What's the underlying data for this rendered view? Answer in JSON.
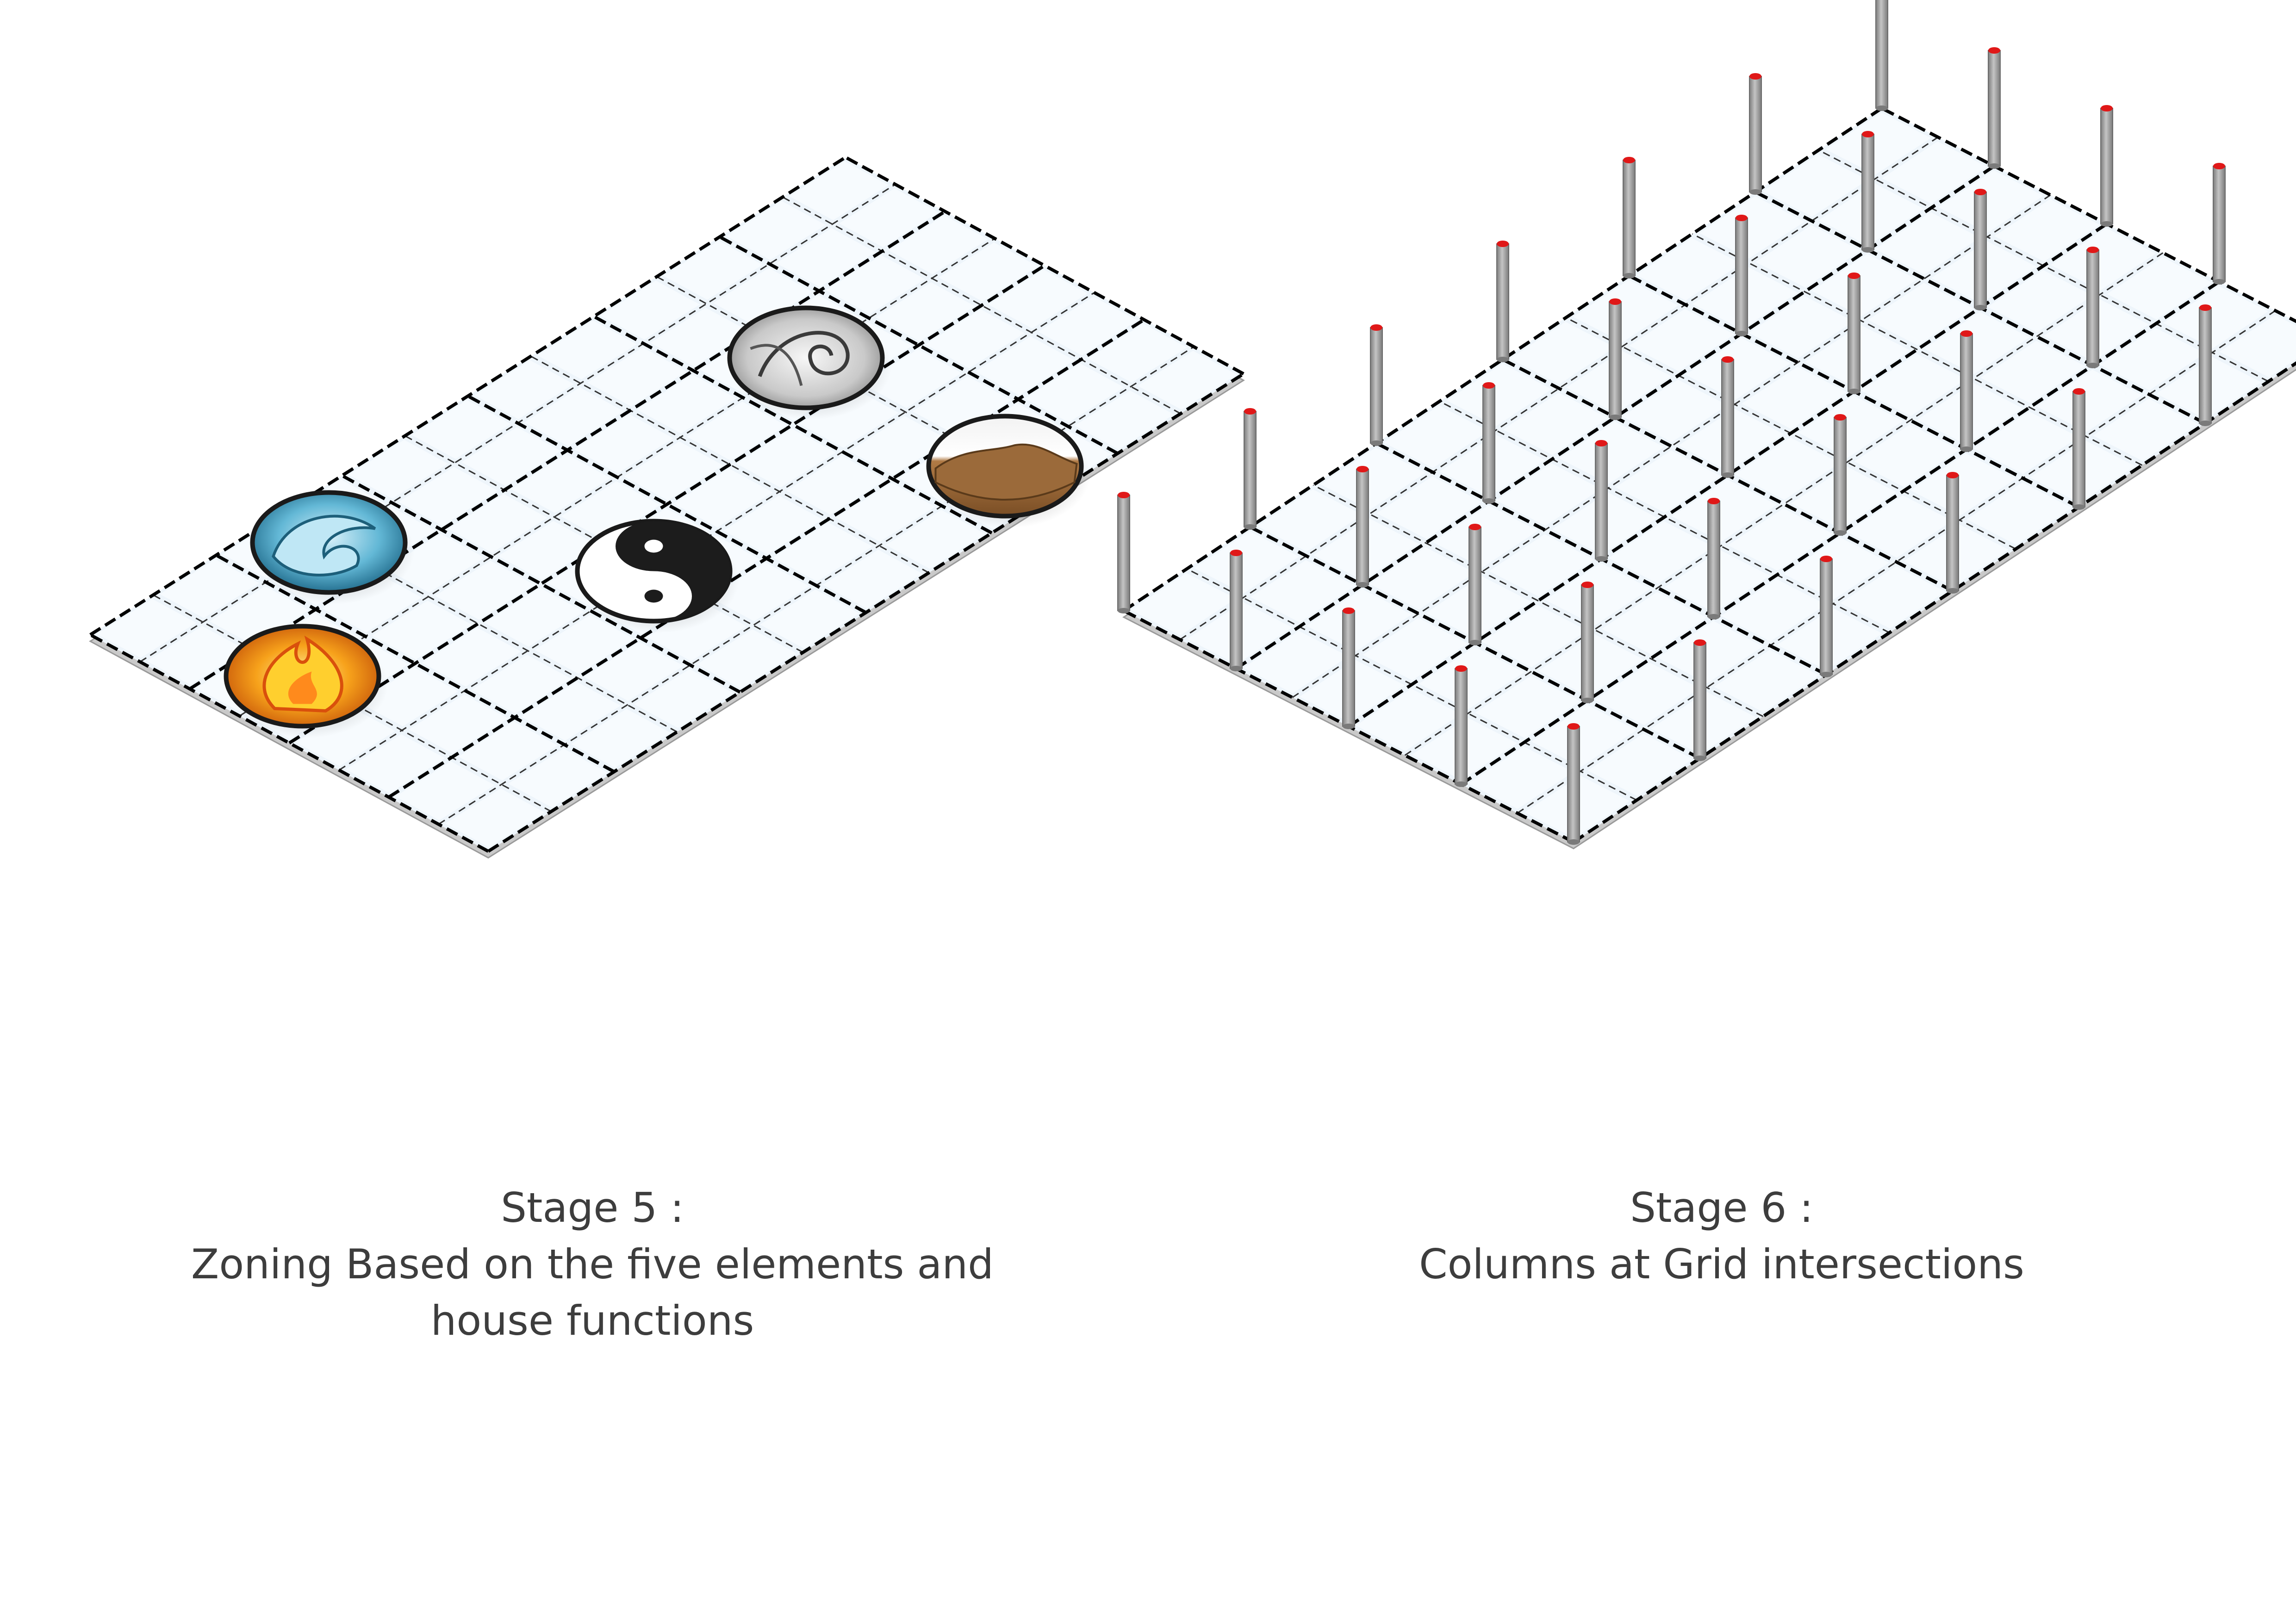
{
  "stage5": {
    "title": "Stage 5 :",
    "line1": "Zoning Based on the five elements and",
    "line2": "house functions",
    "zones": [
      {
        "name": "earth-icon",
        "col": 4.5,
        "row": 0.5
      },
      {
        "name": "fire-icon",
        "col": 0.5,
        "row": 2.5
      },
      {
        "name": "yin-yang-icon",
        "col": 2.5,
        "row": 1.5
      },
      {
        "name": "air-icon",
        "col": 4.5,
        "row": 2.5
      },
      {
        "name": "water-icon",
        "col": 1.5,
        "row": 3.5
      }
    ]
  },
  "stage6": {
    "title": "Stage 6 :",
    "line1": "Columns at Grid intersections"
  },
  "colors": {
    "cell_fill": "#eef5fb",
    "slab_edge": "#c9c9c9",
    "grid_major": "#000000",
    "grid_minor": "#333333",
    "column": "#9d9d9d",
    "column_cap": "#e01818",
    "fire": "#f7a21b",
    "water": "#4aa9c9",
    "earth": "#9b6a3a",
    "air": "#cfcfcf",
    "text": "#3d3d3d"
  }
}
